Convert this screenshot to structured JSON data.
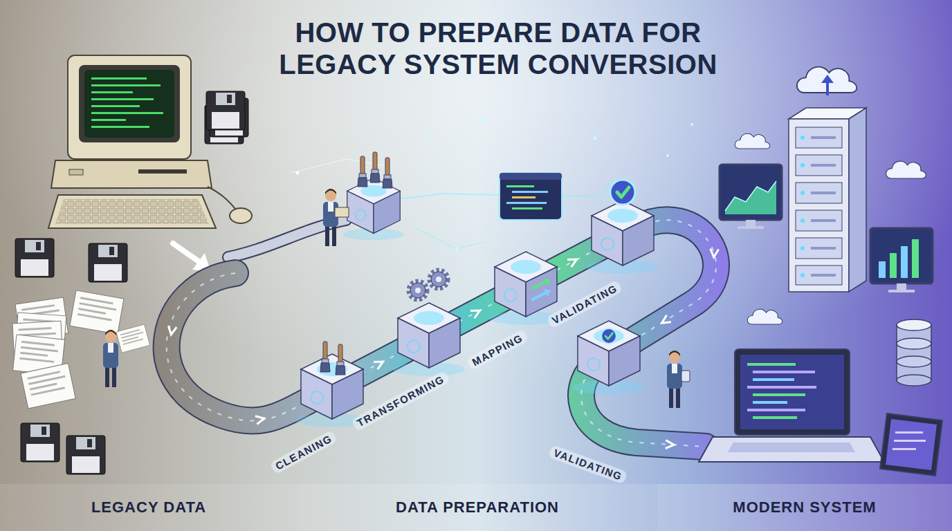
{
  "diagram": {
    "title": "HOW TO PREPARE DATA FOR LEGACY SYSTEM CONVERSION",
    "nodes": [
      {
        "text": [
          "LEGACY DATA"
        ]
      },
      {
        "text": [
          "DATA PREPARATION"
        ]
      },
      {
        "text": [
          "MODERN SYSTEM"
        ]
      }
    ],
    "labels": [
      "CLEANING",
      "TRANSFORMING",
      "MAPPING",
      "VALIDATING",
      "VALIDATING"
    ]
  }
}
